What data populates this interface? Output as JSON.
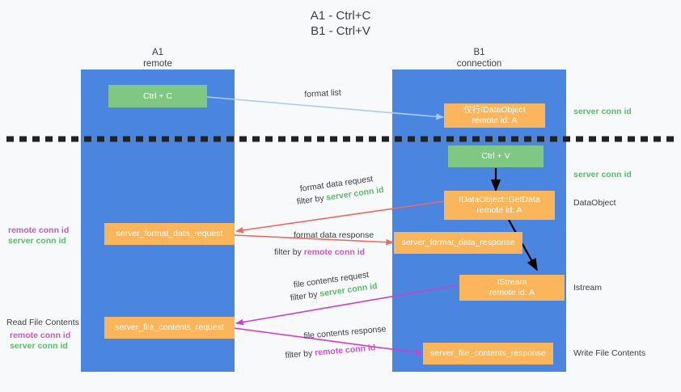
{
  "title": {
    "line1": "A1 - Ctrl+C",
    "line2": "B1 - Ctrl+V"
  },
  "lanes": [
    {
      "name": "A1",
      "sub": "remote"
    },
    {
      "name": "B1",
      "sub": "connection"
    }
  ],
  "boxes": {
    "ctrl_c": "Ctrl + C",
    "ctrl_v": "Ctrl + V",
    "idataobject_create": "仅行IDataObject\nremote id: A",
    "idataobject_getdata": "IDataObject::GetData\nremote id: A",
    "istream": "IStream\nremote id: A",
    "server_format_data_request": "server_format_data_request",
    "server_format_data_response": "server_format_data_response",
    "server_file_contents_request": "server_file_contents_request",
    "server_file_contents_response": "server_file_contents_response"
  },
  "flows": {
    "format_list": "format list",
    "format_data_request": "format data request",
    "format_data_request_filter_prefix": "filter by ",
    "format_data_request_filter_value": "server conn id",
    "format_data_response": "format data response",
    "format_data_response_filter_prefix": "filter by ",
    "format_data_response_filter_value": "remote conn id",
    "file_contents_request": "file contents request",
    "file_contents_request_filter_prefix": "filter by ",
    "file_contents_request_filter_value": "server conn id",
    "file_contents_response": "file contents response",
    "file_contents_response_filter_prefix": "filter by ",
    "file_contents_response_filter_value": "remote conn id"
  },
  "annotations": {
    "right_server_conn_id_1": "server conn id",
    "right_server_conn_id_2": "server conn id",
    "right_dataobject": "DataObject",
    "right_istream": "Istream",
    "right_write_file_contents": "Write File Contents",
    "left_remote_conn_id_1": "remote conn id",
    "left_server_conn_id_1": "server conn id",
    "left_read_file_contents": "Read File Contents",
    "left_remote_conn_id_2": "remote conn id",
    "left_server_conn_id_2": "server conn id"
  },
  "colors": {
    "lane": "#4a86e0",
    "green_box": "#7ec884",
    "orange_box": "#fbb55a",
    "green_text": "#5eb96d",
    "purple_text": "#cc55cc",
    "light_blue_arrow": "#a9cdef",
    "red_arrow": "#ea6a66",
    "magenta_arrow": "#cc3fcc",
    "black_arrow": "#000000",
    "divider": "#222222"
  }
}
